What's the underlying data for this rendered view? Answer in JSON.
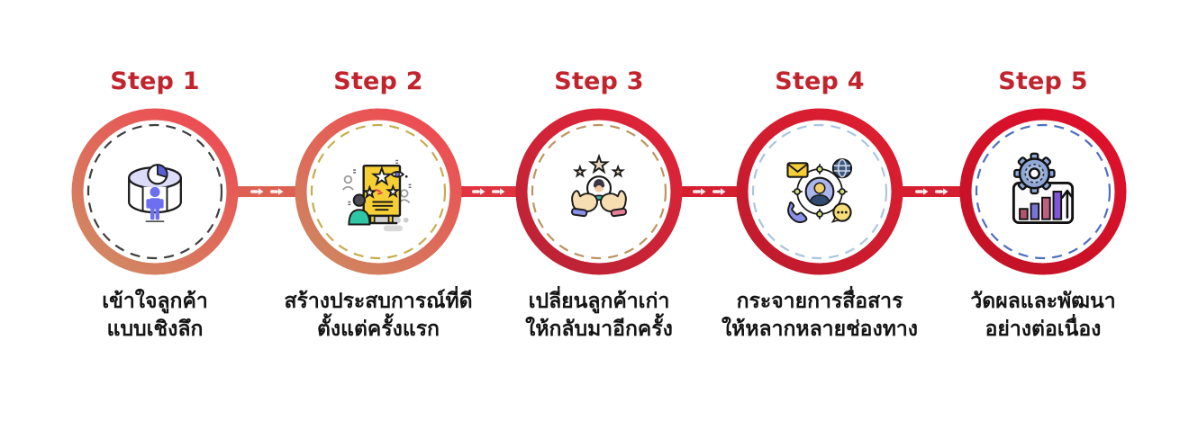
{
  "steps": [
    {
      "title": "Step 1",
      "caption_line1": "เข้าใจลูกค้า",
      "caption_line2": "แบบเชิงลึก",
      "icon": "customer-insight-icon",
      "ring_from": "#ee4a52",
      "ring_to": "#d08a63",
      "dash_color": "#3f3f3f"
    },
    {
      "title": "Step 2",
      "caption_line1": "สร้างประสบการณ์ที่ดี",
      "caption_line2": "ตั้งแต่ครั้งแรก",
      "icon": "first-impression-board-icon",
      "ring_from": "#ee4a52",
      "ring_to": "#cf8660",
      "dash_color": "#c4ae4e"
    },
    {
      "title": "Step 3",
      "caption_line1": "เปลี่ยนลูกค้าเก่า",
      "caption_line2": "ให้กลับมาอีกครั้ง",
      "icon": "customer-return-hands-icon",
      "ring_from": "#e02438",
      "ring_to": "#bc2336",
      "dash_color": "#bd9460"
    },
    {
      "title": "Step 4",
      "caption_line1": "กระจายการสื่อสาร",
      "caption_line2": "ให้หลากหลายช่องทาง",
      "icon": "multichannel-communication-icon",
      "ring_from": "#dd1f31",
      "ring_to": "#c01b2d",
      "dash_color": "#a9c6e2"
    },
    {
      "title": "Step 5",
      "caption_line1": "วัดผลและพัฒนา",
      "caption_line2": "อย่างต่อเนื่อง",
      "icon": "measure-develop-gear-chart-icon",
      "ring_from": "#e0112c",
      "ring_to": "#c21226",
      "dash_color": "#4e6fc0"
    }
  ],
  "connectors": [
    {
      "color": "#dd6153"
    },
    {
      "color": "#e03340"
    },
    {
      "color": "#d51f30"
    },
    {
      "color": "#d51f30"
    }
  ],
  "colors": {
    "step_label": "#c2242e",
    "caption_text": "#151515",
    "background": "#ffffff",
    "arrow_marks": "#ffffff"
  }
}
